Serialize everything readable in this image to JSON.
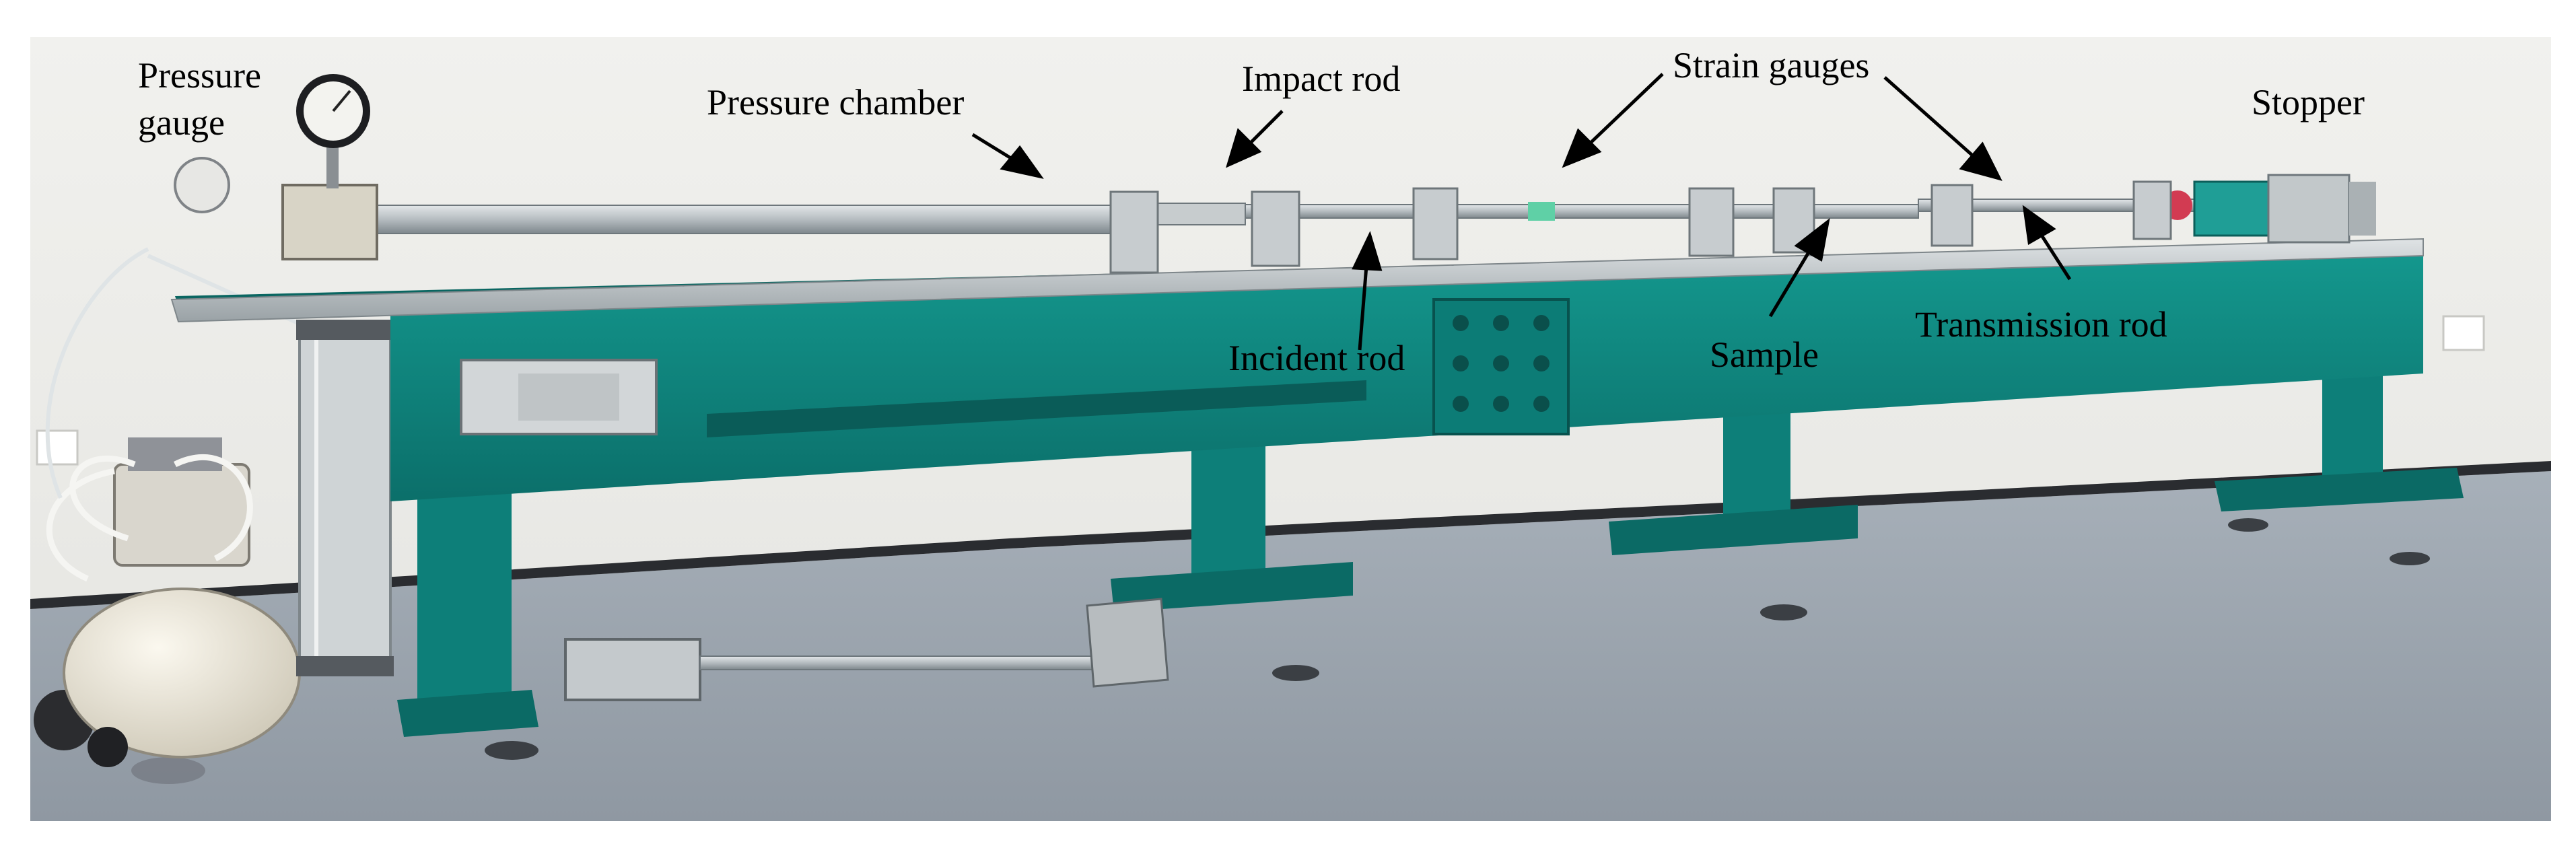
{
  "labels": {
    "pressure_gauge_line1": "Pressure",
    "pressure_gauge_line2": "gauge",
    "pressure_chamber": "Pressure chamber",
    "impact_rod": "Impact rod",
    "strain_gauges": "Strain gauges",
    "stopper": "Stopper",
    "incident_rod": "Incident rod",
    "sample": "Sample",
    "transmission_rod": "Transmission rod"
  },
  "colors": {
    "frame": "#0f8a84",
    "frame_dark": "#0a6661",
    "wall": "#efefec",
    "floor": "#9fa8b1",
    "rail": "#c9cfd2",
    "rod": "#b9bfc2",
    "skirting": "#2a2c30"
  },
  "icons": {
    "gauge_dial": "pressure-gauge-dial-icon",
    "compressor": "air-compressor-icon"
  }
}
